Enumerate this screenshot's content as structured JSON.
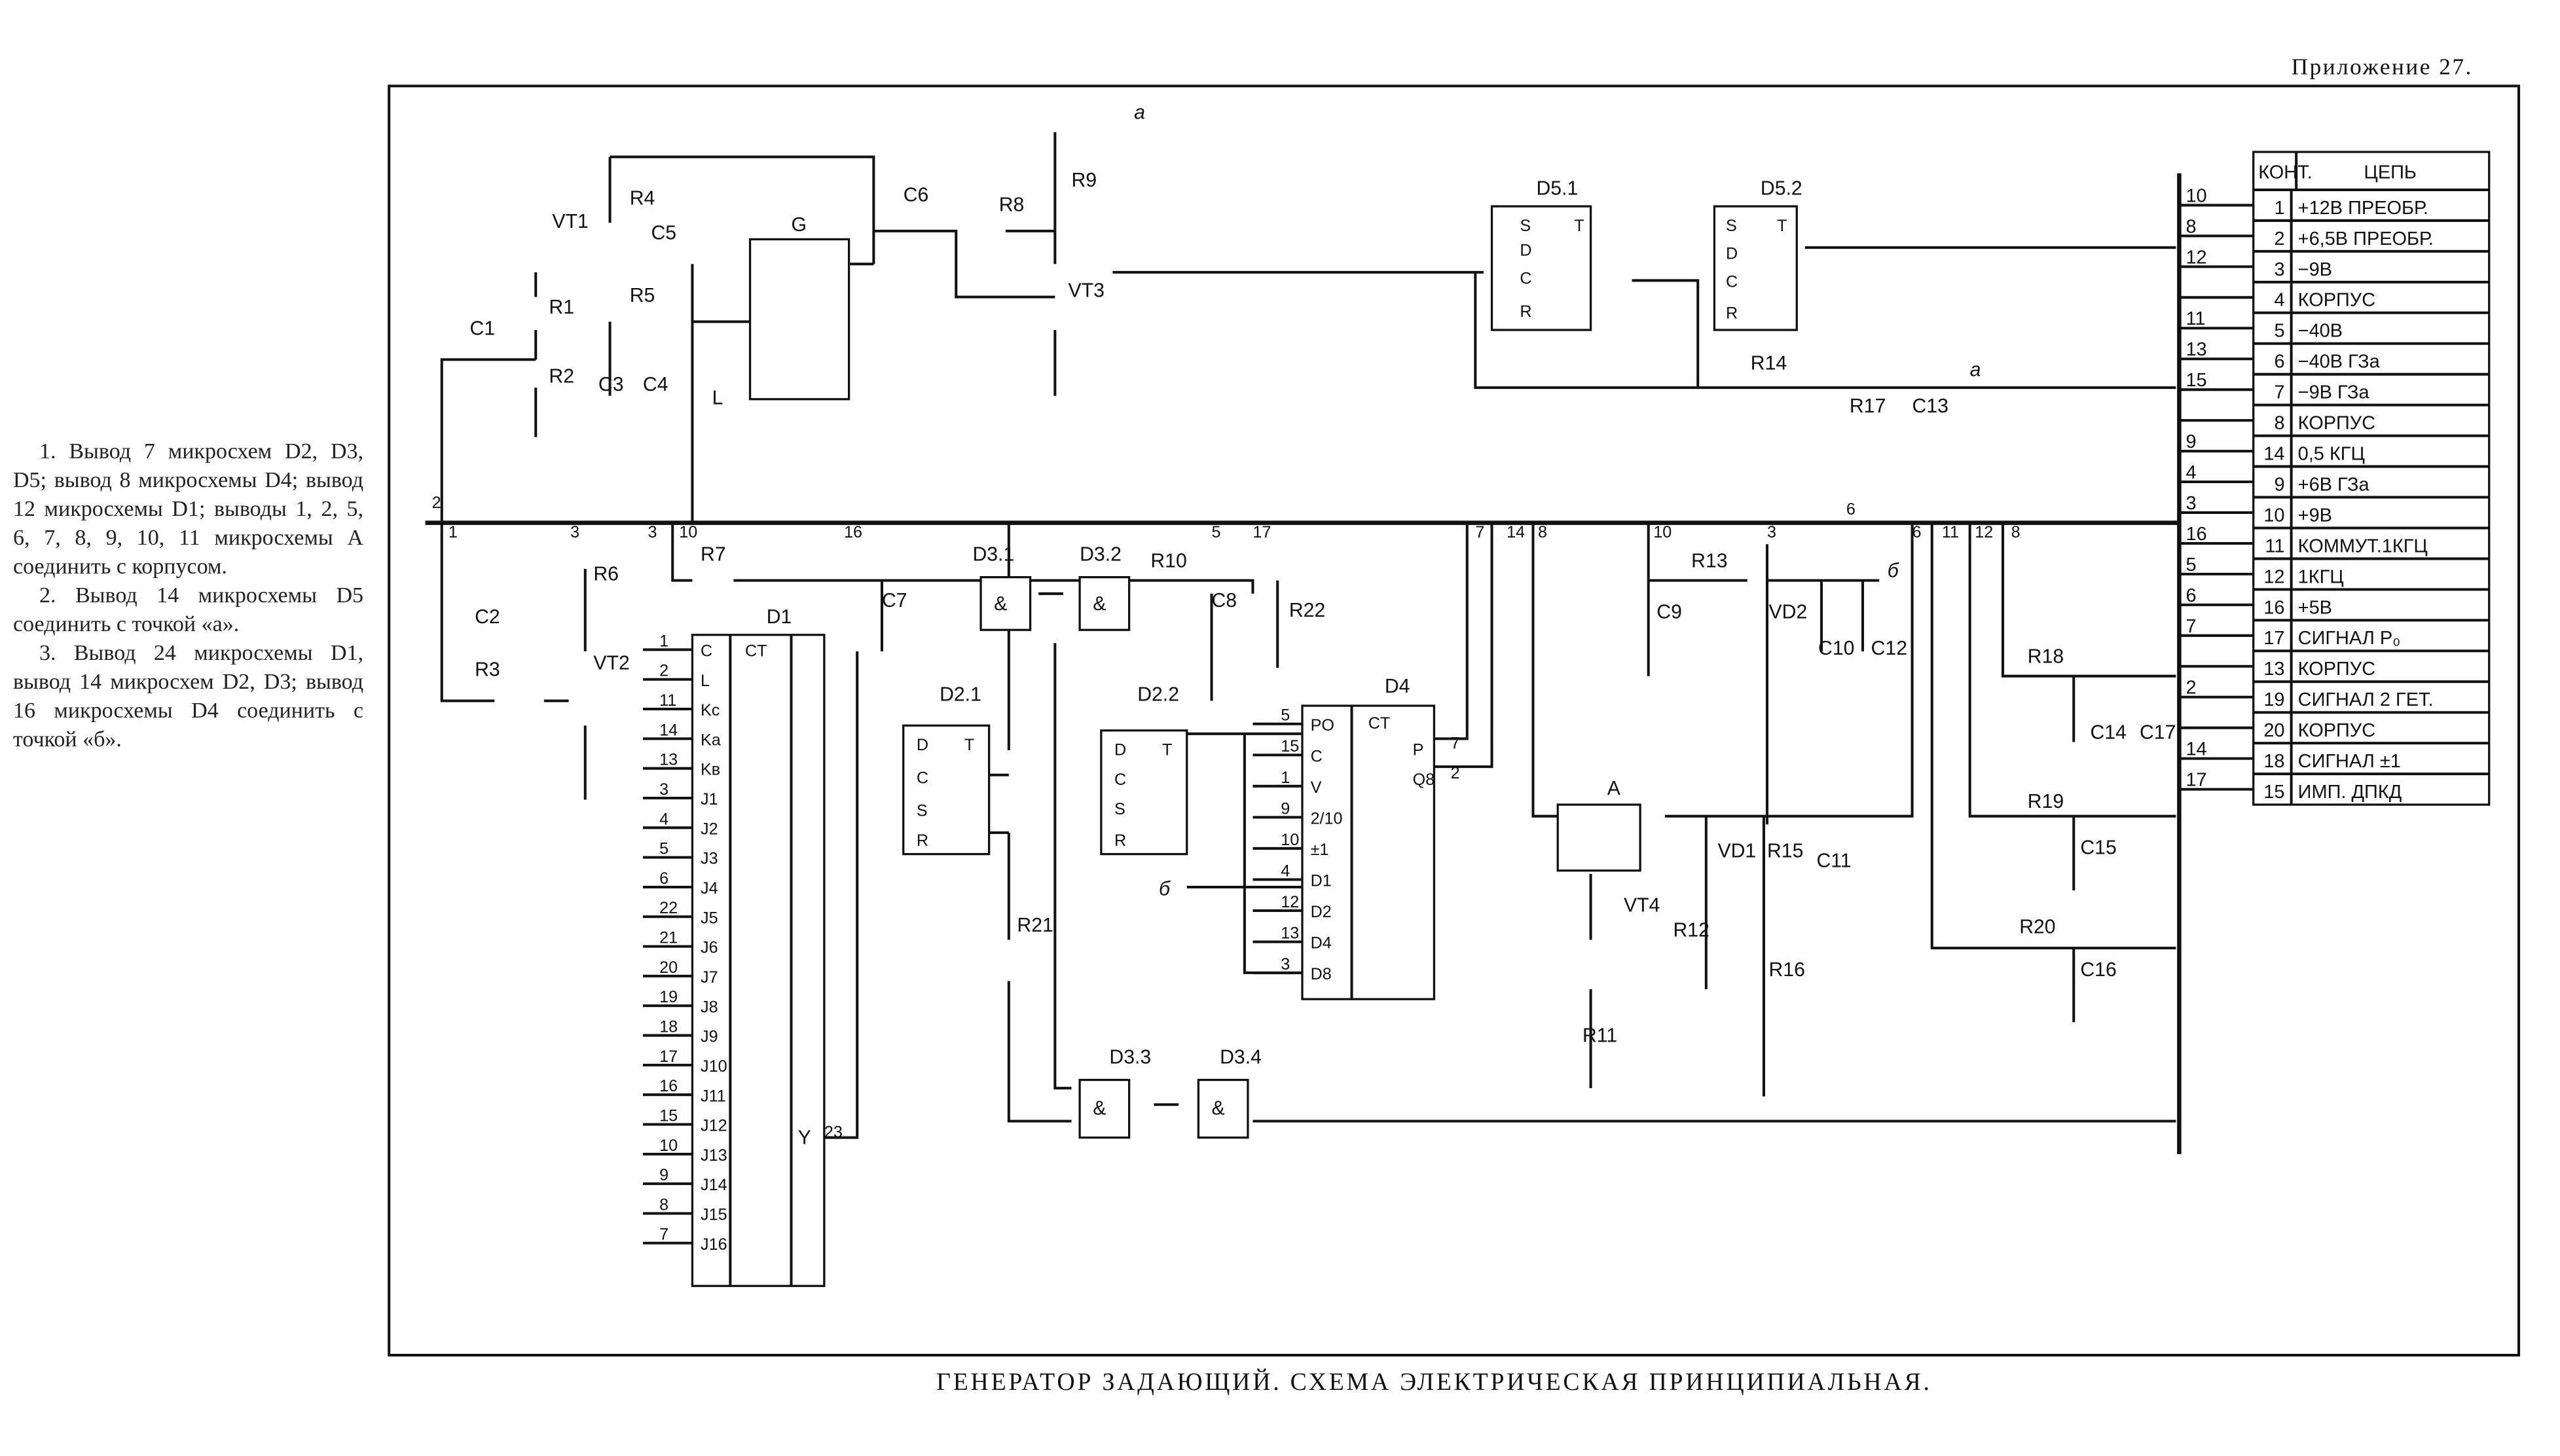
{
  "header": {
    "appendix": "Приложение 27."
  },
  "caption": "ГЕНЕРАТОР ЗАДАЮЩИЙ. СХЕМА ЭЛЕКТРИЧЕСКАЯ ПРИНЦИПИАЛЬНАЯ.",
  "notes": [
    "1. Вывод 7 микросхем D2, D3, D5; вывод 8 микросхемы D4; вывод 12 микросхемы D1; выводы 1, 2, 5, 6, 7, 8, 9, 10, 11 микросхемы А соединить с корпусом.",
    "2. Вывод 14 микросхемы D5 соединить с точкой «а».",
    "3. Вывод 24 микросхемы D1, вывод 14 микросхем D2, D3; вывод 16 микросхемы D4 соединить с точкой «б»."
  ],
  "components": [
    "VT1",
    "R4",
    "C5",
    "R1",
    "R5",
    "C1",
    "R2",
    "C3",
    "C4",
    "L",
    "G",
    "C6",
    "R8",
    "R9",
    "VT3",
    "D5.1",
    "D5.2",
    "R14",
    "R17",
    "C13",
    "R7",
    "C7",
    "D3.1",
    "D3.2",
    "R10",
    "C8",
    "R22",
    "R13",
    "C9",
    "VD2",
    "C10",
    "C12",
    "R6",
    "C2",
    "R3",
    "VT2",
    "D1",
    "D2.1",
    "D2.2",
    "D4",
    "A",
    "VT4",
    "R12",
    "VD1",
    "R15",
    "C11",
    "R16",
    "R11",
    "R18",
    "C14",
    "C17",
    "R19",
    "C15",
    "R20",
    "C16",
    "R21",
    "D3.3",
    "D3.4"
  ],
  "nets": {
    "a": "а",
    "b": "б"
  },
  "d1": {
    "title": "CT",
    "inputs": [
      "C",
      "L",
      "Kc",
      "Ka",
      "Kв",
      "J1",
      "J2",
      "J3",
      "J4",
      "J5",
      "J6",
      "J7",
      "J8",
      "J9",
      "J10",
      "J11",
      "J12",
      "J13",
      "J14",
      "J15",
      "J16"
    ],
    "pins": [
      "1",
      "2",
      "11",
      "14",
      "13",
      "3",
      "4",
      "5",
      "6",
      "22",
      "21",
      "20",
      "19",
      "18",
      "17",
      "16",
      "15",
      "10",
      "9",
      "8",
      "7"
    ],
    "output": "Y",
    "output_pin": "23"
  },
  "d4": {
    "title": "CT",
    "inputs": [
      "PO",
      "C",
      "V",
      "2/10",
      "±1",
      "D1",
      "D2",
      "D4",
      "D8"
    ],
    "pins": [
      "5",
      "15",
      "1",
      "9",
      "10",
      "4",
      "12",
      "13",
      "3"
    ],
    "outputs": [
      "P",
      "Q8"
    ],
    "output_pins": [
      "7",
      "2"
    ]
  },
  "d2": {
    "inputs": [
      "D",
      "C",
      "S",
      "R"
    ],
    "out": "T"
  },
  "d5": {
    "inputs": [
      "S",
      "D",
      "C",
      "R"
    ],
    "out": "T"
  },
  "gate_symbol": "&",
  "bus_taps": [
    "1",
    "3",
    "3",
    "10",
    "16",
    "5",
    "17",
    "7",
    "14",
    "8",
    "10",
    "3",
    "6",
    "11",
    "12",
    "8",
    "2",
    "6"
  ],
  "connector_table": {
    "headers": [
      "КОНТ.",
      "ЦЕПЬ"
    ],
    "rows": [
      {
        "bus": "10",
        "cont": "1",
        "circuit": "+12В ПРЕОБР."
      },
      {
        "bus": "8",
        "cont": "2",
        "circuit": "+6,5В ПРЕОБР."
      },
      {
        "bus": "12",
        "cont": "3",
        "circuit": "−9В"
      },
      {
        "bus": "",
        "cont": "4",
        "circuit": "КОРПУС"
      },
      {
        "bus": "11",
        "cont": "5",
        "circuit": "−40В"
      },
      {
        "bus": "13",
        "cont": "6",
        "circuit": "−40В ГЗа"
      },
      {
        "bus": "15",
        "cont": "7",
        "circuit": "−9В ГЗа"
      },
      {
        "bus": "",
        "cont": "8",
        "circuit": "КОРПУС"
      },
      {
        "bus": "9",
        "cont": "14",
        "circuit": "0,5 КГЦ"
      },
      {
        "bus": "4",
        "cont": "9",
        "circuit": "+6В ГЗа"
      },
      {
        "bus": "3",
        "cont": "10",
        "circuit": "+9В"
      },
      {
        "bus": "16",
        "cont": "11",
        "circuit": "КОММУТ.1КГЦ"
      },
      {
        "bus": "5",
        "cont": "12",
        "circuit": "1КГЦ"
      },
      {
        "bus": "6",
        "cont": "16",
        "circuit": "+5В"
      },
      {
        "bus": "7",
        "cont": "17",
        "circuit": "СИГНАЛ Р₀"
      },
      {
        "bus": "",
        "cont": "13",
        "circuit": "КОРПУС"
      },
      {
        "bus": "2",
        "cont": "19",
        "circuit": "СИГНАЛ 2 ГЕТ."
      },
      {
        "bus": "",
        "cont": "20",
        "circuit": "КОРПУС"
      },
      {
        "bus": "14",
        "cont": "18",
        "circuit": "СИГНАЛ ±1"
      },
      {
        "bus": "17",
        "cont": "15",
        "circuit": "ИМП. ДПКД"
      }
    ]
  }
}
